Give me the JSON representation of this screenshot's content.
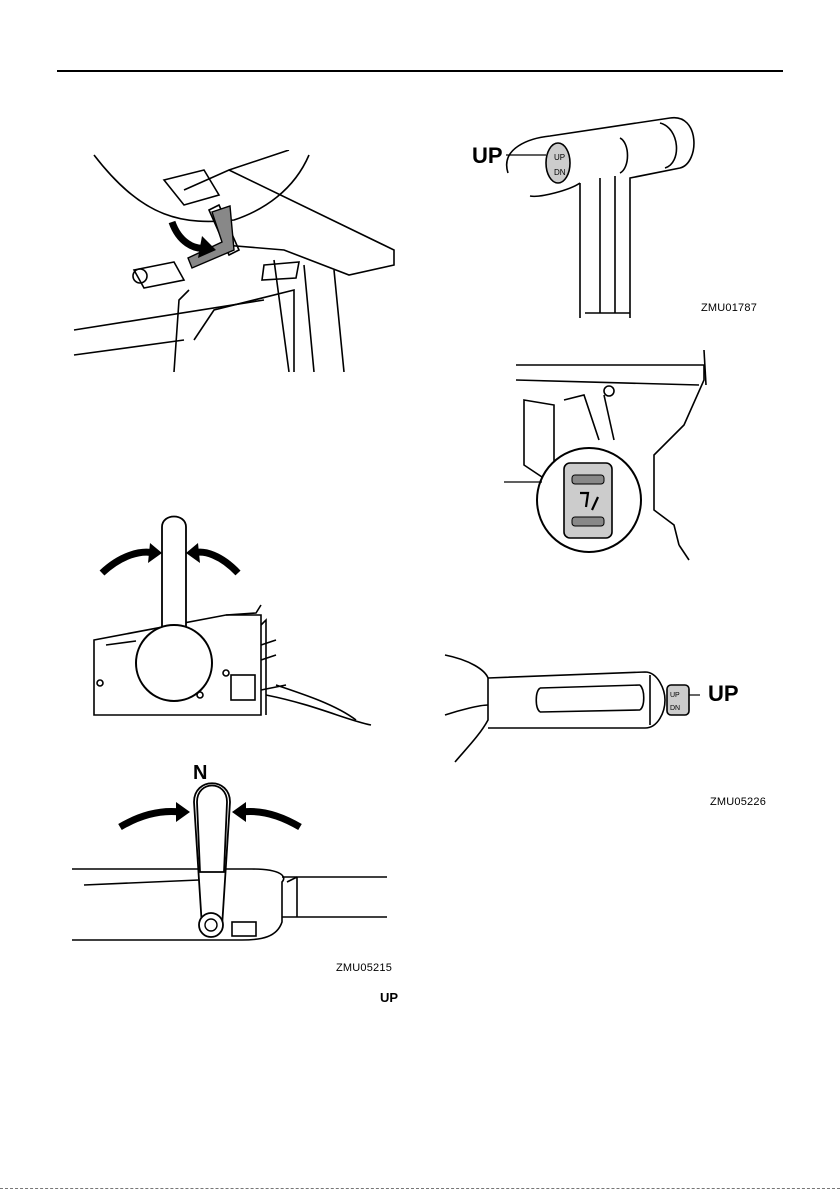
{
  "figures": {
    "tilt_handle": {
      "code": "ZMU01787",
      "label": "UP",
      "button_labels": [
        "UP",
        "DN"
      ]
    },
    "side_mount_remote": {
      "code": "ZMU05215",
      "neutral_label": "N",
      "up_label": "UP"
    },
    "tiller_handle": {
      "code": "ZMU05226",
      "label": "UP",
      "button_labels": [
        "UP",
        "DN"
      ]
    }
  }
}
